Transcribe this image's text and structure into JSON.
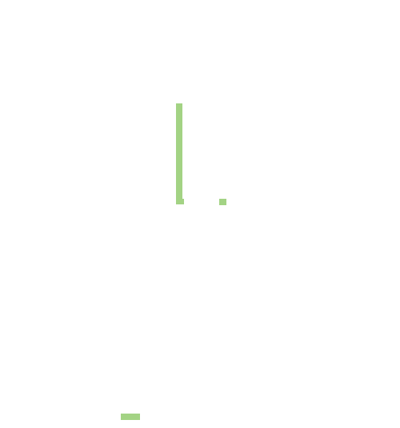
{
  "colors": {
    "background": "#ffffff",
    "shape_fill": "#a3d384"
  },
  "shapes": [
    {
      "id": "vbar",
      "kind": "vertical-bar"
    },
    {
      "id": "vbar-notch",
      "kind": "bar-notch"
    },
    {
      "id": "dot",
      "kind": "small-square"
    },
    {
      "id": "hblock",
      "kind": "horizontal-block"
    }
  ]
}
